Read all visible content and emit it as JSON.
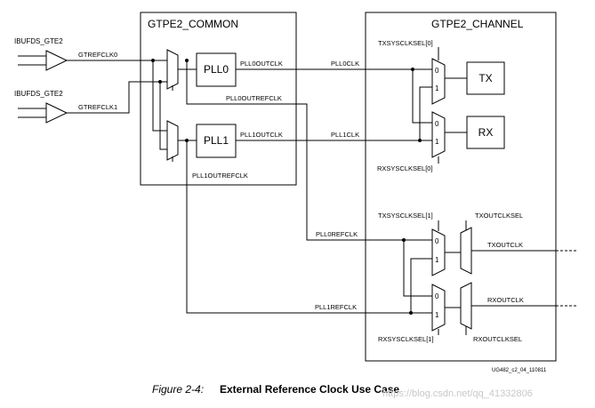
{
  "blocks": {
    "common": "GTPE2_COMMON",
    "channel": "GTPE2_CHANNEL",
    "pll0": "PLL0",
    "pll1": "PLL1",
    "tx": "TX",
    "rx": "RX"
  },
  "buffers": {
    "buf1": "IBUFDS_GTE2",
    "buf2": "IBUFDS_GTE2"
  },
  "signals": {
    "gtrefclk0": "GTREFCLK0",
    "gtrefclk1": "GTREFCLK1",
    "pll0outclk_src": "PLL0OUTCLK",
    "pll1outclk_src": "PLL1OUTCLK",
    "pll0outrefclk": "PLL0OUTREFCLK",
    "pll1outrefclk": "PLL1OUTREFCLK",
    "pll0clk": "PLL0CLK",
    "pll1clk": "PLL1CLK",
    "pll0refclk": "PLL0REFCLK",
    "pll1refclk": "PLL1REFCLK",
    "txoutclk": "TXOUTCLK",
    "rxoutclk": "RXOUTCLK"
  },
  "selects": {
    "txsysclksel0": "TXSYSCLKSEL[0]",
    "rxsysclksel0": "RXSYSCLKSEL[0]",
    "txsysclksel1": "TXSYSCLKSEL[1]",
    "rxsysclksel1": "RXSYSCLKSEL[1]",
    "txoutclksel": "TXOUTCLKSEL",
    "rxoutclksel": "RXOUTCLKSEL"
  },
  "mux_inputs": {
    "zero": "0",
    "one": "1"
  },
  "figure_id": "UG482_c2_04_110811",
  "caption": {
    "number": "Figure 2-4:",
    "title": "External Reference Clock Use Case"
  },
  "watermark": "https://blog.csdn.net/qq_41332806"
}
